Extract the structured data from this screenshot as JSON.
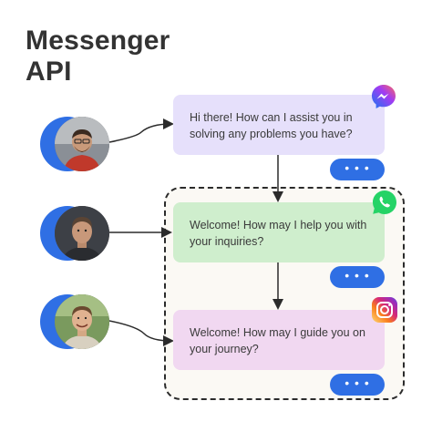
{
  "title": {
    "line1": "Messenger",
    "line2": "API"
  },
  "messages": [
    {
      "line1": "Hi there! How can I assist you in",
      "line2": "solving any problems you have?",
      "platform": "messenger-icon",
      "bg": "#e6e0fb"
    },
    {
      "line1": "Welcome! How may I help you with",
      "line2": "your inquiries?",
      "platform": "whatsapp-icon",
      "bg": "#cfeecd"
    },
    {
      "line1": "Welcome! How may I guide you on",
      "line2": "your journey?",
      "platform": "instagram-icon",
      "bg": "#f1d8f1"
    }
  ],
  "reply_button": {
    "label": "• • •"
  },
  "colors": {
    "accent": "#2f6fe4",
    "text": "#333333",
    "frame": "#2b2b2b"
  }
}
